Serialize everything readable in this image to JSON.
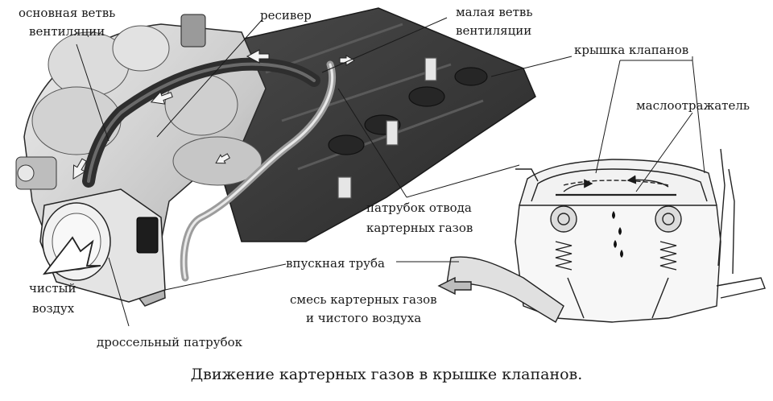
{
  "labels": {
    "main_branch_l1": "основная ветвь",
    "main_branch_l2": "вентиляции",
    "receiver": "ресивер",
    "small_branch_l1": "малая ветвь",
    "small_branch_l2": "вентиляции",
    "valve_cover": "крышка клапанов",
    "oil_deflector": "маслоотражатель",
    "outlet_pipe_l1": "патрубок отвода",
    "outlet_pipe_l2": "картерных газов",
    "intake_pipe": "впускная труба",
    "mixture_l1": "смесь картерных газов",
    "mixture_l2": "и чистого воздуха",
    "clean_air_l1": "чистый",
    "clean_air_l2": "воздух",
    "throttle": "дроссельный патрубок"
  },
  "caption": "Движение картерных газов в крышке клапанов.",
  "colors": {
    "engine_light": "#d6d6d6",
    "engine_mid": "#a9a9a9",
    "cover_dark": "#3a3a3a",
    "line": "#1a1a1a"
  }
}
